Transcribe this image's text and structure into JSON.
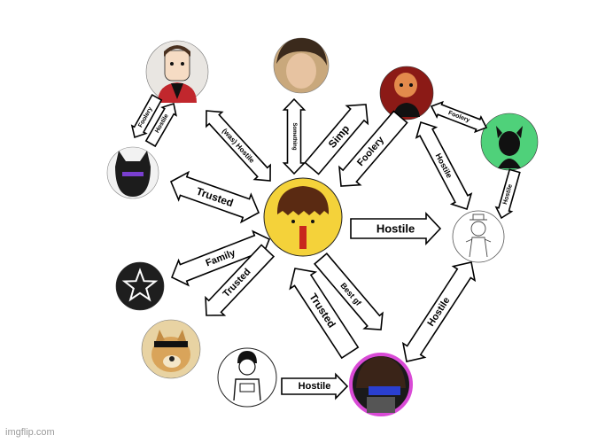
{
  "watermark": "imgflip.com",
  "nodes": [
    {
      "name": "center-yellow-character",
      "icon": "character-avatar"
    },
    {
      "name": "red-jacket-character",
      "icon": "character-avatar"
    },
    {
      "name": "photo-person",
      "icon": "photo-avatar"
    },
    {
      "name": "red-haired-character",
      "icon": "character-avatar"
    },
    {
      "name": "green-horned-creature",
      "icon": "character-avatar"
    },
    {
      "name": "dark-cat-character",
      "icon": "character-avatar"
    },
    {
      "name": "sketch-character",
      "icon": "character-avatar"
    },
    {
      "name": "star-emblem",
      "icon": "star-icon"
    },
    {
      "name": "doge",
      "icon": "photo-avatar"
    },
    {
      "name": "hooded-figure",
      "icon": "character-avatar"
    },
    {
      "name": "pink-ring-character",
      "icon": "character-avatar"
    }
  ],
  "relationships": [
    {
      "id": "was-hostile",
      "label": "(was) Hostile",
      "from": "red-jacket-character",
      "to": "center-yellow-character",
      "direction": "both"
    },
    {
      "id": "something",
      "label": "Something",
      "from": "photo-person",
      "to": "center-yellow-character",
      "direction": "both"
    },
    {
      "id": "simp",
      "label": "Simp",
      "from": "center-yellow-character",
      "to": "red-haired-character",
      "direction": "one-way"
    },
    {
      "id": "foolery-center",
      "label": "Foolery",
      "from": "red-haired-character",
      "to": "center-yellow-character",
      "direction": "one-way"
    },
    {
      "id": "trusted-cat",
      "label": "Trusted",
      "from": "dark-cat-character",
      "to": "center-yellow-character",
      "direction": "both"
    },
    {
      "id": "hostile-sketch",
      "label": "Hostile",
      "from": "center-yellow-character",
      "to": "sketch-character",
      "direction": "one-way"
    },
    {
      "id": "family",
      "label": "Family",
      "from": "star-emblem",
      "to": "center-yellow-character",
      "direction": "both"
    },
    {
      "id": "trusted-doge",
      "label": "Trusted",
      "from": "center-yellow-character",
      "to": "doge",
      "direction": "one-way"
    },
    {
      "id": "best-gf",
      "label": "Best gf",
      "from": "center-yellow-character",
      "to": "pink-ring-character",
      "direction": "one-way"
    },
    {
      "id": "trusted-pink",
      "label": "Trusted",
      "from": "pink-ring-character",
      "to": "center-yellow-character",
      "direction": "one-way"
    },
    {
      "id": "foolery-top",
      "label": "Foolery",
      "from": "red-jacket-character",
      "to": "dark-cat-character",
      "direction": "one-way"
    },
    {
      "id": "hostile-top",
      "label": "Hostile",
      "from": "dark-cat-character",
      "to": "red-jacket-character",
      "direction": "one-way"
    },
    {
      "id": "foolery-right",
      "label": "Foolery",
      "from": "red-haired-character",
      "to": "green-horned-creature",
      "direction": "both"
    },
    {
      "id": "hostile-red-sketch",
      "label": "Hostile",
      "from": "red-haired-character",
      "to": "sketch-character",
      "direction": "both"
    },
    {
      "id": "hostile-green-sketch",
      "label": "Hostile",
      "from": "green-horned-creature",
      "to": "sketch-character",
      "direction": "one-way"
    },
    {
      "id": "hostile-pink-sketch",
      "label": "Hostile",
      "from": "pink-ring-character",
      "to": "sketch-character",
      "direction": "both"
    },
    {
      "id": "hostile-hooded-pink",
      "label": "Hostile",
      "from": "hooded-figure",
      "to": "pink-ring-character",
      "direction": "one-way"
    }
  ]
}
